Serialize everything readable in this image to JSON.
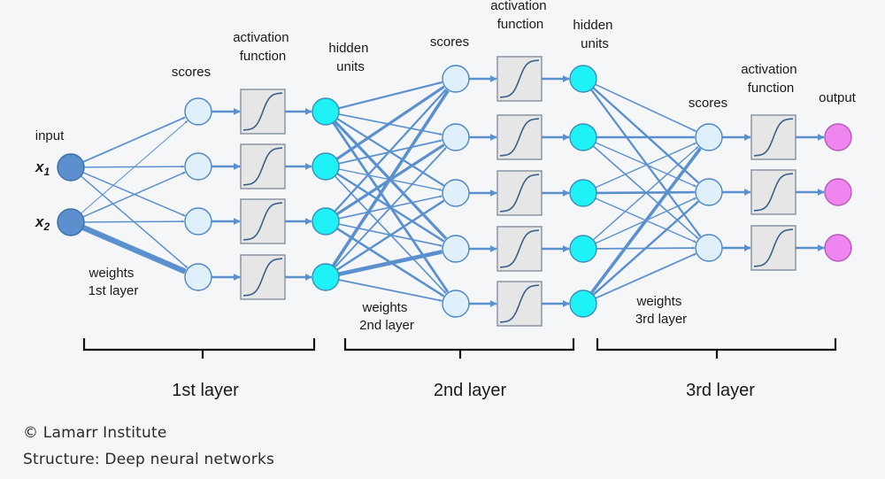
{
  "labels": {
    "input": "input",
    "x1": "x",
    "x1_sub": "1",
    "x2": "x",
    "x2_sub": "2",
    "weights1_a": "weights",
    "weights1_b": "1st layer",
    "scores1": "scores",
    "act1_a": "activation",
    "act1_b": "function",
    "hidden1_a": "hidden",
    "hidden1_b": "units",
    "scores2": "scores",
    "act2_a": "activation",
    "act2_b": "function",
    "hidden2_a": "hidden",
    "hidden2_b": "units",
    "weights2_a": "weights",
    "weights2_b": "2nd layer",
    "scores3": "scores",
    "act3_a": "activation",
    "act3_b": "function",
    "output": "output",
    "weights3_a": "weights",
    "weights3_b": "3rd layer",
    "layer1": "1st layer",
    "layer2": "2nd layer",
    "layer3": "3rd layer"
  },
  "footer": {
    "credit": "© Lamarr Institute",
    "caption": "Structure: Deep neural networks"
  },
  "colors": {
    "input_node": "#5b8fce",
    "score_node": "#dff0fb",
    "hidden_node": "#1ef2f7",
    "output_node": "#ef86ef",
    "edge": "#5b90cf",
    "box": "#e6e6e6"
  }
}
